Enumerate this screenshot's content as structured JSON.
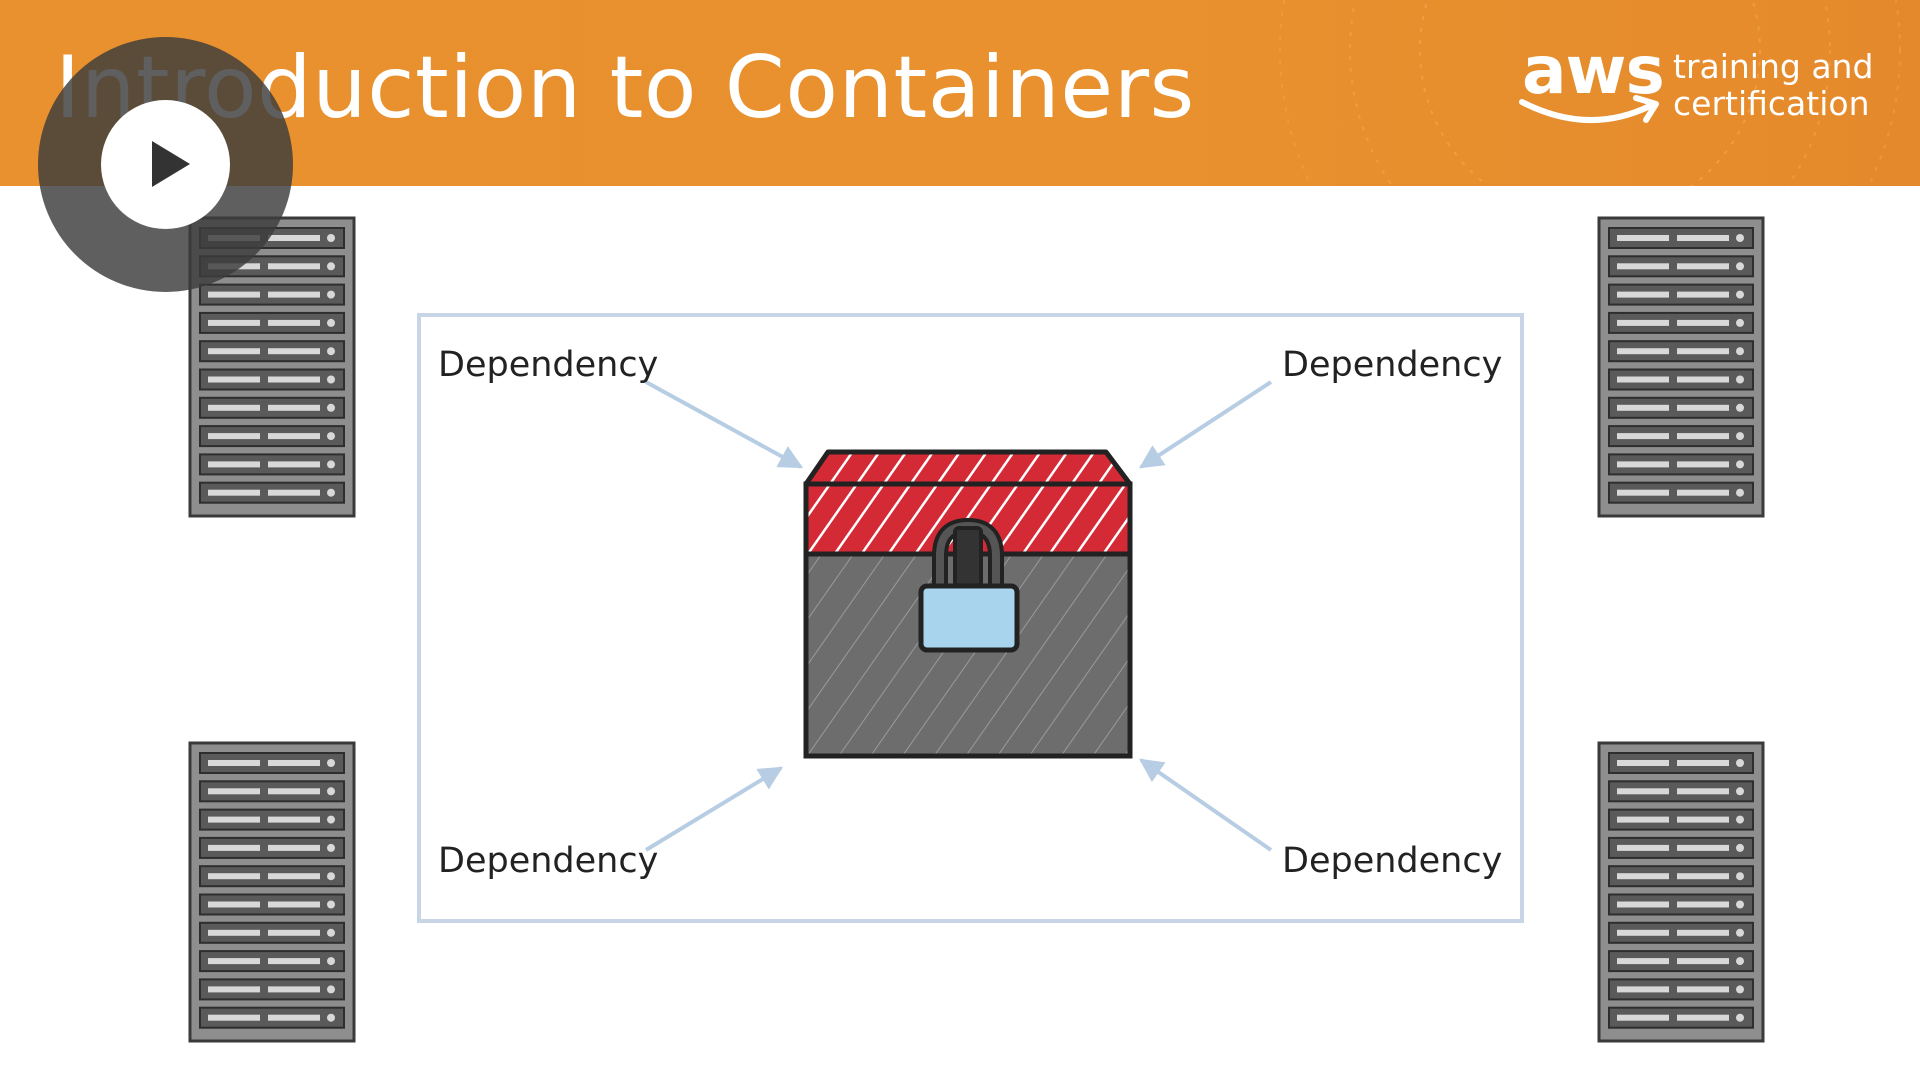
{
  "slide": {
    "title": "Introduction to Containers",
    "brand": {
      "logo_text": "aws",
      "tagline_line1": "training and",
      "tagline_line2": "certification"
    }
  },
  "diagram": {
    "labels": {
      "top_left": "Dependency",
      "top_right": "Dependency",
      "bottom_left": "Dependency",
      "bottom_right": "Dependency"
    }
  },
  "player": {
    "control": "play-icon"
  },
  "colors": {
    "header_orange": "#e9902f",
    "container_red": "#d42a36",
    "container_gray": "#6d6d6d",
    "lock_blue": "#a9d4ee",
    "frame_border": "#c7d5e6",
    "arrow": "#b7cde3"
  }
}
